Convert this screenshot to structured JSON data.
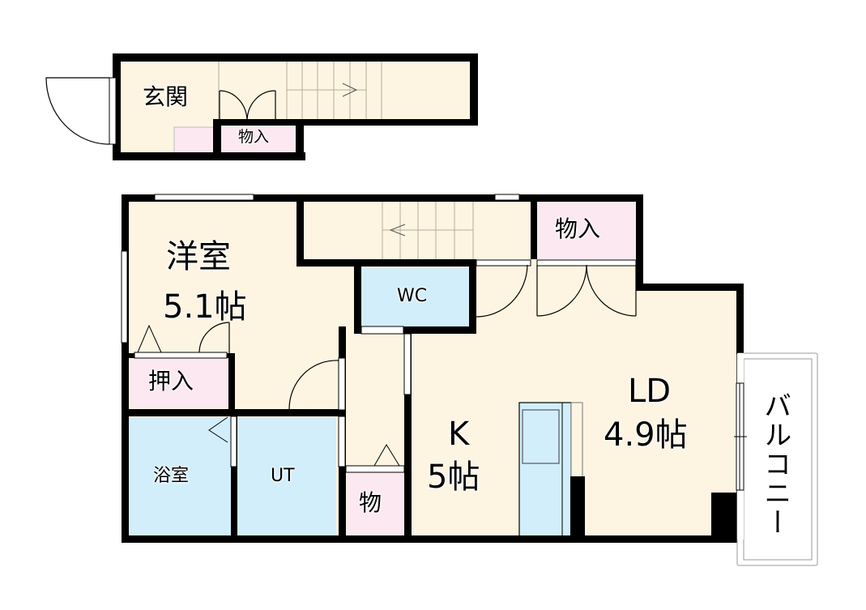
{
  "floor_plan": {
    "colors": {
      "wall": "#000000",
      "floor_beige": "#fdf5e2",
      "storage_pink": "#fce8f0",
      "wet_blue": "#d2eefb",
      "balcony": "#ffffff",
      "window": "#ffffff"
    },
    "lower_floor": {
      "entrance": "玄関",
      "storage": "物入"
    },
    "upper_floor": {
      "western_room": {
        "name": "洋室",
        "size": "5.1帖"
      },
      "closet": "押入",
      "wc": "WC",
      "storage_top_right": "物入",
      "bath": "浴室",
      "utility": "UT",
      "storage_small": "物",
      "kitchen": {
        "name": "K",
        "size": "5帖"
      },
      "living_dining": {
        "name": "LD",
        "size": "4.9帖"
      },
      "balcony": "バルコニー"
    }
  }
}
